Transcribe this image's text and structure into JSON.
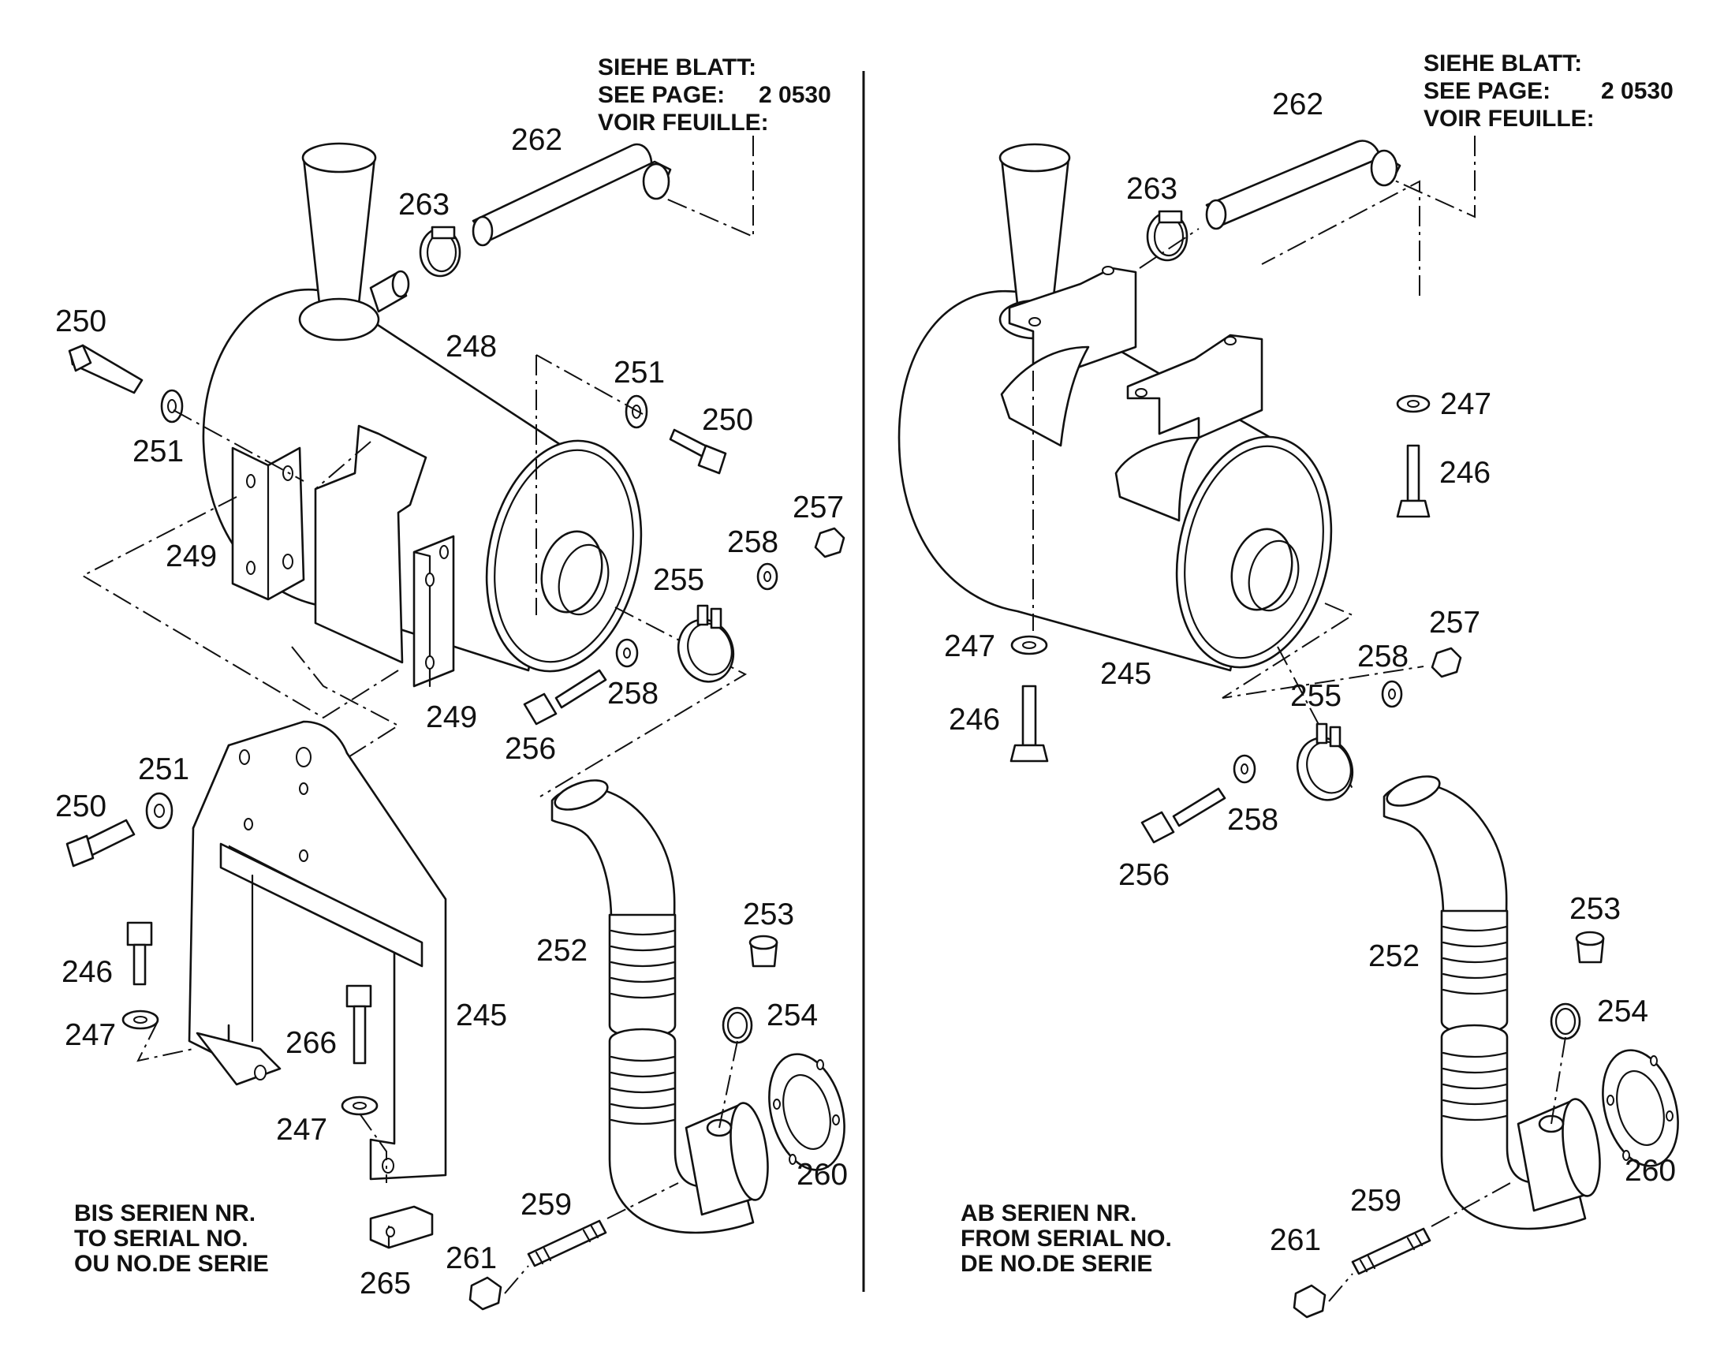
{
  "left": {
    "see_page": {
      "line1": "SIEHE BLATT:",
      "line2": "SEE PAGE:",
      "page_ref": "2 0530",
      "line3": "VOIR FEUILLE:"
    },
    "serial_note": {
      "line1": "BIS SERIEN NR.",
      "line2": "TO SERIAL NO.",
      "line3": "OU NO.DE SERIE"
    },
    "labels": {
      "l262": "262",
      "l263": "263",
      "l250a": "250",
      "l248": "248",
      "l251a": "251",
      "l250b": "250",
      "l251b": "251",
      "l257": "257",
      "l258a": "258",
      "l249a": "249",
      "l255": "255",
      "l258b": "258",
      "l249b": "249",
      "l256": "256",
      "l251c": "251",
      "l250c": "250",
      "l253": "253",
      "l252": "252",
      "l246": "246",
      "l245": "245",
      "l254": "254",
      "l247a": "247",
      "l266": "266",
      "l247b": "247",
      "l260": "260",
      "l259": "259",
      "l261": "261",
      "l265": "265"
    }
  },
  "right": {
    "see_page": {
      "line1": "SIEHE BLATT:",
      "line2": "SEE PAGE:",
      "page_ref": "2 0530",
      "line3": "VOIR FEUILLE:"
    },
    "serial_note": {
      "line1": "AB SERIEN NR.",
      "line2": "FROM SERIAL NO.",
      "line3": "DE NO.DE SERIE"
    },
    "labels": {
      "l262": "262",
      "l263": "263",
      "l247a": "247",
      "l246a": "246",
      "l257": "257",
      "l247b": "247",
      "l258a": "258",
      "l245": "245",
      "l255": "255",
      "l246b": "246",
      "l258b": "258",
      "l256": "256",
      "l253": "253",
      "l252": "252",
      "l254": "254",
      "l260": "260",
      "l259": "259",
      "l261": "261"
    }
  }
}
